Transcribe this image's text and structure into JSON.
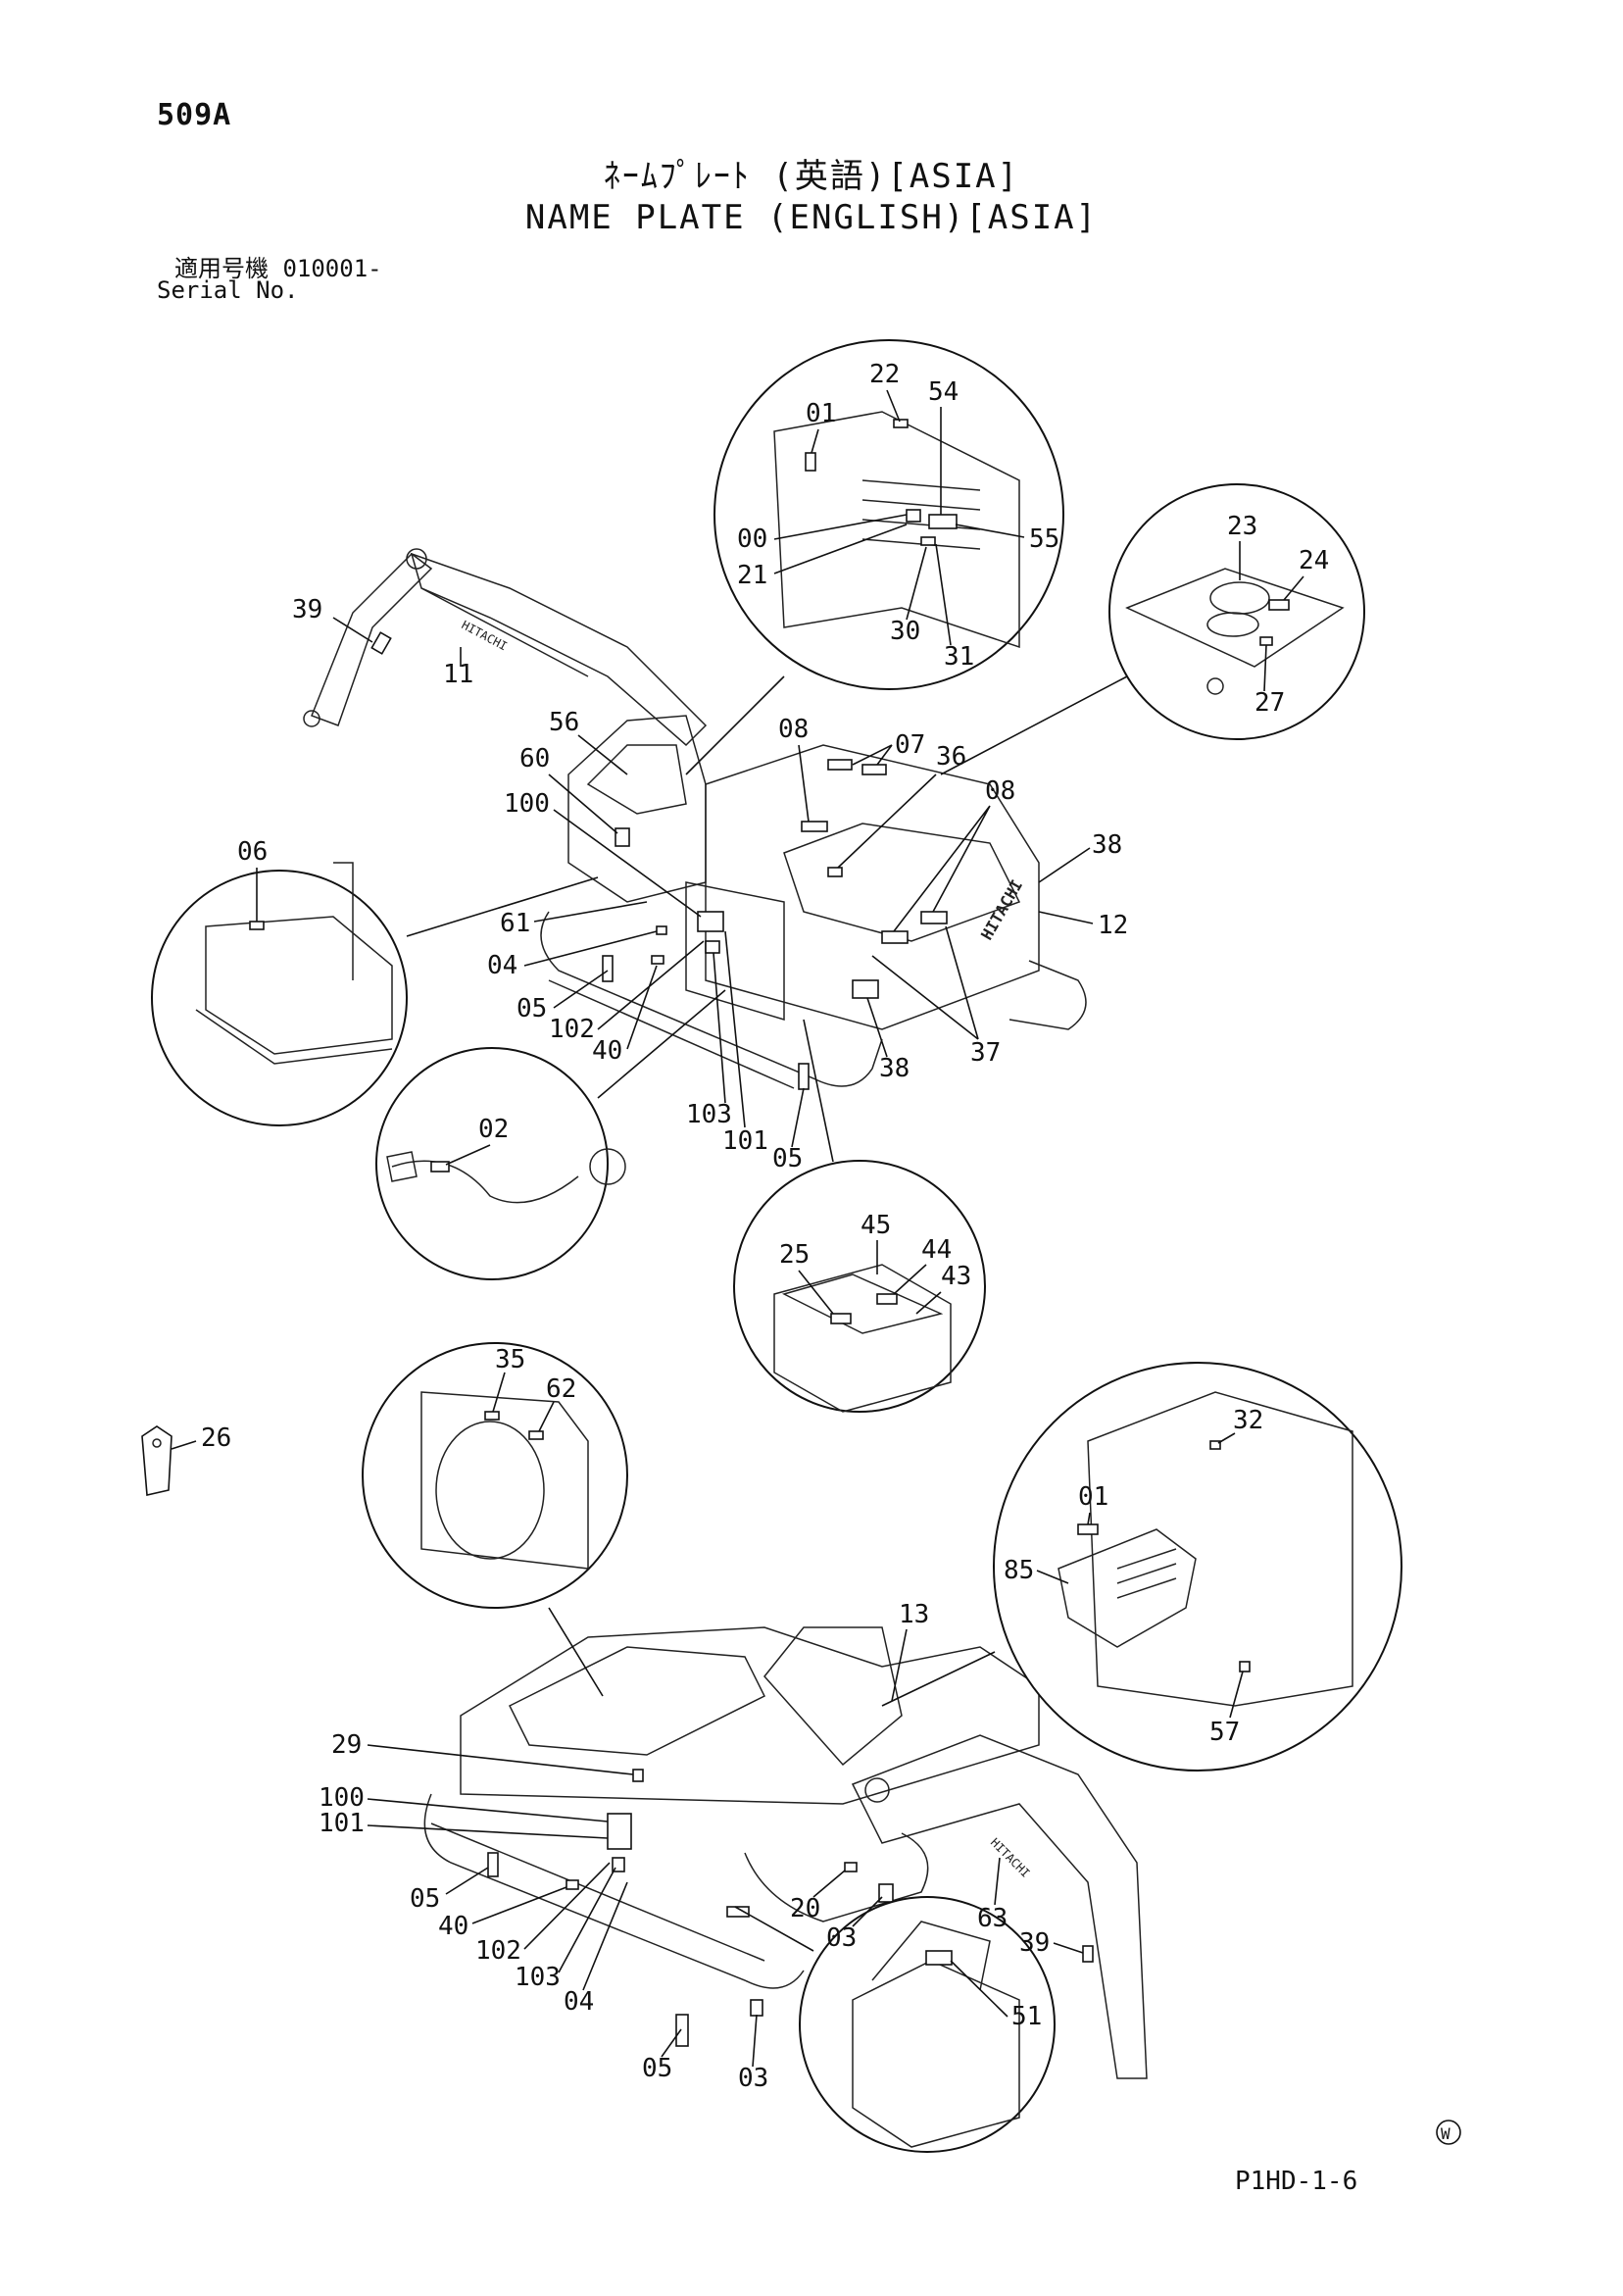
{
  "header": {
    "page_no": "509A",
    "title_jp": "ﾈｰﾑﾌﾟﾚｰﾄ (英語)[ASIA]",
    "title_en": "NAME PLATE (ENGLISH)[ASIA]",
    "serial_label_jp": "適用号機  010001-",
    "serial_label_en": "Serial No."
  },
  "footer": {
    "code": "P1HD-1-6",
    "mark": "W"
  },
  "brand_text": "HITACHI",
  "callouts": {
    "c39a": "39",
    "c11": "11",
    "c22": "22",
    "c54": "54",
    "c01a": "01",
    "c00": "00",
    "c55": "55",
    "c21": "21",
    "c30": "30",
    "c31": "31",
    "c23": "23",
    "c24": "24",
    "c27": "27",
    "c56": "56",
    "c60": "60",
    "c100a": "100",
    "c08a": "08",
    "c07": "07",
    "c36": "36",
    "c08b": "08",
    "c38a": "38",
    "c12": "12",
    "c06": "06",
    "c61": "61",
    "c04a": "04",
    "c05a": "05",
    "c102a": "102",
    "c40a": "40",
    "c38b": "38",
    "c37": "37",
    "c103a": "103",
    "c101a": "101",
    "c05b": "05",
    "c02": "02",
    "c45": "45",
    "c25": "25",
    "c44": "44",
    "c43": "43",
    "c35": "35",
    "c62": "62",
    "c26": "26",
    "c32": "32",
    "c01b": "01",
    "c85": "85",
    "c13": "13",
    "c57": "57",
    "c29": "29",
    "c100b": "100",
    "c101b": "101",
    "c05c": "05",
    "c40b": "40",
    "c102b": "102",
    "c103b": "103",
    "c04b": "04",
    "c05d": "05",
    "c03a": "03",
    "c20": "20",
    "c03b": "03",
    "c63": "63",
    "c39b": "39",
    "c51": "51"
  }
}
